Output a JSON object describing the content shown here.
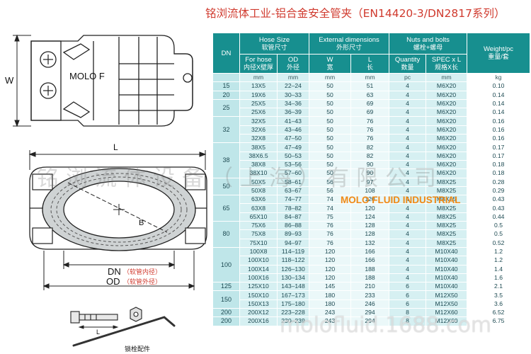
{
  "title": "铭浏流体工业-铝合金安全管夹（EN14420-3/DN2817系列）",
  "drawing_labels": {
    "brand_on_clamp": "MOLO F",
    "width_label": "W",
    "length_label": "L",
    "bore_label": "B",
    "dn_label": "DN",
    "dn_note": "（软管内径）",
    "od_label": "OD",
    "od_note": "（软管外径）",
    "bolt_length_label": "L",
    "bolt_caption": "锁栓配件"
  },
  "watermarks": {
    "company_cn": "铭浏流体设备（上海）有限公司",
    "brand_en": "MOLO FLUID INDUSTRIAL",
    "website": "molofluid.1688.com"
  },
  "table": {
    "header": {
      "dn": "DN",
      "hose_size": "Hose Size",
      "hose_size_cn": "软管尺寸",
      "external_dims": "External dimensions",
      "external_dims_cn": "外形尺寸",
      "nuts_bolts": "Nuts and bolts",
      "nuts_bolts_cn": "螺栓+螺母",
      "weight": "Weight/pc",
      "weight_cn": "重量/套",
      "for_hose": "For hose",
      "for_hose_cn": "内径X壁厚",
      "od": "OD",
      "od_cn": "外径",
      "w": "W",
      "w_cn": "宽",
      "l": "L",
      "l_cn": "长",
      "quantity": "Quantity",
      "quantity_cn": "数量",
      "spec": "SPEC x L",
      "spec_cn": "规格X长"
    },
    "units": [
      "",
      "mm",
      "mm",
      "mm",
      "mm",
      "pc",
      "mm",
      "kg"
    ],
    "groups": [
      {
        "dn": "15",
        "rows": [
          [
            "13X5",
            "22–24",
            "50",
            "51",
            "4",
            "M6X20",
            "0.10"
          ]
        ]
      },
      {
        "dn": "20",
        "rows": [
          [
            "19X6",
            "30–33",
            "50",
            "63",
            "4",
            "M6X20",
            "0.14"
          ]
        ]
      },
      {
        "dn": "25",
        "rows": [
          [
            "25X5",
            "34–36",
            "50",
            "69",
            "4",
            "M6X20",
            "0.14"
          ],
          [
            "25X6",
            "36–39",
            "50",
            "69",
            "4",
            "M6X20",
            "0.14"
          ]
        ]
      },
      {
        "dn": "32",
        "rows": [
          [
            "32X5",
            "41–43",
            "50",
            "76",
            "4",
            "M6X20",
            "0.16"
          ],
          [
            "32X6",
            "43–46",
            "50",
            "76",
            "4",
            "M6X20",
            "0.16"
          ],
          [
            "32X8",
            "47–50",
            "50",
            "76",
            "4",
            "M6X20",
            "0.16"
          ]
        ]
      },
      {
        "dn": "38",
        "rows": [
          [
            "38X5",
            "47–49",
            "50",
            "82",
            "4",
            "M6X20",
            "0.17"
          ],
          [
            "38X6.5",
            "50–53",
            "50",
            "82",
            "4",
            "M6X20",
            "0.17"
          ],
          [
            "38X8",
            "53–56",
            "50",
            "90",
            "4",
            "M6X20",
            "0.18"
          ],
          [
            "38X10",
            "57–60",
            "50",
            "90",
            "4",
            "M6X20",
            "0.18"
          ]
        ]
      },
      {
        "dn": "50",
        "rows": [
          [
            "50X5",
            "58–61",
            "56",
            "97",
            "4",
            "M8X25",
            "0.28"
          ],
          [
            "50X8",
            "63–67",
            "56",
            "108",
            "4",
            "M8X25",
            "0.29"
          ]
        ]
      },
      {
        "dn": "65",
        "rows": [
          [
            "63X6",
            "74–77",
            "74",
            "120",
            "4",
            "M8X25",
            "0.43"
          ],
          [
            "63X8",
            "78–82",
            "74",
            "120",
            "4",
            "M8X25",
            "0.43"
          ],
          [
            "65X10",
            "84–87",
            "75",
            "124",
            "4",
            "M8X25",
            "0.44"
          ]
        ]
      },
      {
        "dn": "80",
        "rows": [
          [
            "75X6",
            "86–88",
            "76",
            "128",
            "4",
            "M8X25",
            "0.5"
          ],
          [
            "75X8",
            "89–93",
            "76",
            "128",
            "4",
            "M8X25",
            "0.5"
          ],
          [
            "75X10",
            "94–97",
            "76",
            "132",
            "4",
            "M8X25",
            "0.52"
          ]
        ]
      },
      {
        "dn": "100",
        "rows": [
          [
            "100X8",
            "114–119",
            "120",
            "166",
            "4",
            "M10X40",
            "1.2"
          ],
          [
            "100X10",
            "118–122",
            "120",
            "166",
            "4",
            "M10X40",
            "1.2"
          ],
          [
            "100X14",
            "126–130",
            "120",
            "188",
            "4",
            "M10X40",
            "1.4"
          ],
          [
            "100X16",
            "130–134",
            "120",
            "188",
            "4",
            "M10X40",
            "1.6"
          ]
        ]
      },
      {
        "dn": "125",
        "rows": [
          [
            "125X10",
            "143–148",
            "145",
            "210",
            "6",
            "M10X40",
            "2.1"
          ]
        ]
      },
      {
        "dn": "150",
        "rows": [
          [
            "150X10",
            "167–173",
            "180",
            "233",
            "6",
            "M12X50",
            "3.5"
          ],
          [
            "150X13",
            "175–180",
            "180",
            "246",
            "6",
            "M12X50",
            "3.6"
          ]
        ]
      },
      {
        "dn": "200",
        "rows": [
          [
            "200X12",
            "223–228",
            "243",
            "294",
            "8",
            "M12X60",
            "6.52"
          ]
        ]
      },
      {
        "dn": "200",
        "rows": [
          [
            "200X16",
            "230–239",
            "243",
            "294",
            "8",
            "M12X60",
            "6.75"
          ]
        ]
      }
    ]
  },
  "colors": {
    "title_red": "#d03a2e",
    "header_teal": "#178f8f",
    "dn_cell": "#bfe6e9",
    "band_a": "#d6f0f2",
    "band_b": "#ebf8f9",
    "brand_orange": "#f08a16"
  }
}
